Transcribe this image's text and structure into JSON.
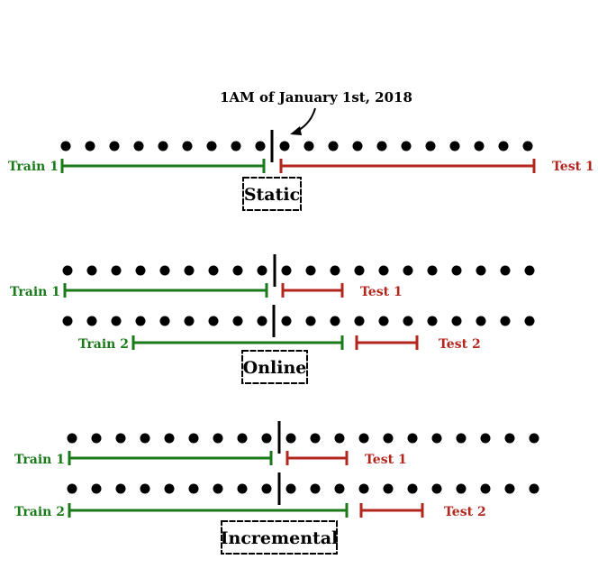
{
  "annotation": "1AM of January 1st, 2018",
  "colors": {
    "train": "#1a7a1a",
    "test": "#b3261e",
    "point": "#000000"
  },
  "panels": [
    {
      "title": "Static",
      "rows": [
        {
          "train_label": "Train 1",
          "test_label": "Test 1"
        }
      ]
    },
    {
      "title": "Online",
      "rows": [
        {
          "train_label": "Train 1",
          "test_label": "Test 1"
        },
        {
          "train_label": "Train 2",
          "test_label": "Test 2"
        }
      ]
    },
    {
      "title": "Incremental",
      "rows": [
        {
          "train_label": "Train 1",
          "test_label": "Test 1"
        },
        {
          "train_label": "Train 2",
          "test_label": "Test 2"
        }
      ]
    }
  ]
}
